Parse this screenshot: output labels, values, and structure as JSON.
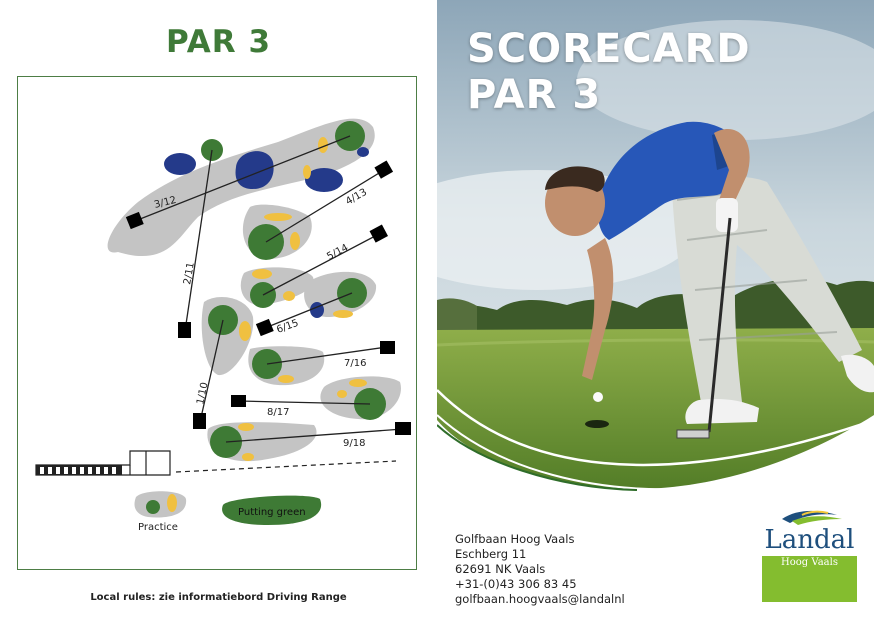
{
  "left": {
    "title": "PAR 3",
    "map": {
      "holes": [
        "3/12",
        "4/13",
        "5/14",
        "2/11",
        "6/15",
        "7/16",
        "1/10",
        "8/17",
        "9/18"
      ],
      "practice_label": "Practice",
      "putting_label": "Putting green"
    },
    "local_rules": "Local rules: zie informatiebord Driving Range"
  },
  "right": {
    "title_line1": "SCORECARD",
    "title_line2": "PAR 3",
    "address": {
      "name": "Golfbaan Hoog Vaals",
      "street": "Eschberg 11",
      "city": "62691 NK Vaals",
      "phone": "+31-(0)43 306 83 45",
      "email": "golfbaan.hoogvaals@landalnl"
    },
    "logo": {
      "word": "Landal",
      "sub": "Hoog Vaals"
    }
  },
  "colors": {
    "green": "#3f7a38",
    "fairway": "#c4c4c4",
    "bunker": "#f0c040",
    "water": "#243a8a",
    "brand_green": "#84bd2f",
    "brand_blue": "#1e4f7d"
  }
}
